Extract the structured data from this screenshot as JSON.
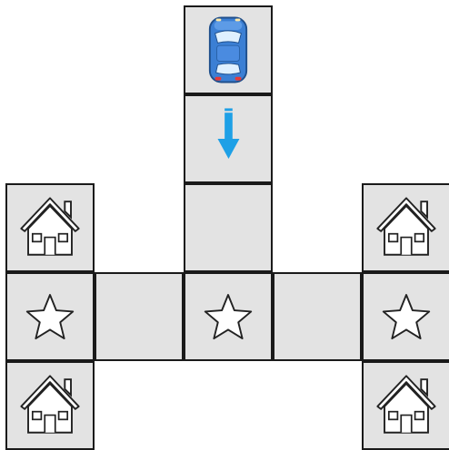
{
  "game": {
    "type": "grid-navigation-puzzle",
    "grid": {
      "columns": 5,
      "rows": 5
    },
    "colors": {
      "tile": "#e3e3e3",
      "border": "#1a1a1a",
      "icon_stroke": "#222222",
      "arrow": "#1ea0e6",
      "car": "#3b7fd4"
    },
    "tiles": [
      {
        "col": 2,
        "row": 0,
        "content": "car-icon"
      },
      {
        "col": 2,
        "row": 1,
        "content": "arrow-down-icon"
      },
      {
        "col": 0,
        "row": 2,
        "content": "house-icon"
      },
      {
        "col": 2,
        "row": 2,
        "content": "empty"
      },
      {
        "col": 4,
        "row": 2,
        "content": "house-icon"
      },
      {
        "col": 0,
        "row": 3,
        "content": "star-icon"
      },
      {
        "col": 1,
        "row": 3,
        "content": "empty"
      },
      {
        "col": 2,
        "row": 3,
        "content": "star-icon"
      },
      {
        "col": 3,
        "row": 3,
        "content": "empty"
      },
      {
        "col": 4,
        "row": 3,
        "content": "star-icon"
      },
      {
        "col": 0,
        "row": 4,
        "content": "house-icon"
      },
      {
        "col": 4,
        "row": 4,
        "content": "house-icon"
      }
    ]
  }
}
